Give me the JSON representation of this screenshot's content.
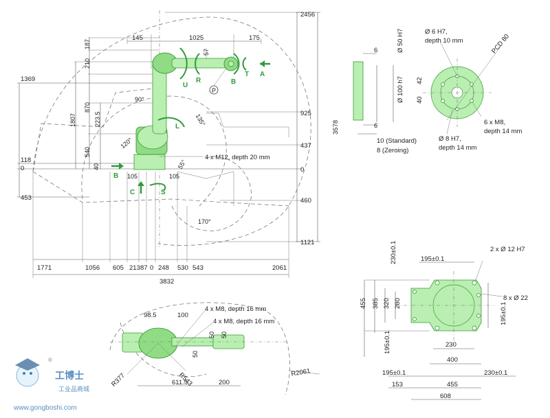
{
  "colors": {
    "robot_fill": "#b9efb0",
    "robot_stroke": "#3a9a35",
    "axis_green": "#2e9b3a"
  },
  "side_view": {
    "top_dims": [
      "145",
      "1025",
      "175"
    ],
    "top_small": [
      "57"
    ],
    "vertical_left": [
      "187",
      "210",
      "870",
      "223.5",
      "540",
      "40",
      "1807"
    ],
    "left_levels": [
      "1369",
      "118",
      "0",
      "453"
    ],
    "right_levels": [
      "2456",
      "925",
      "437",
      "0",
      "460",
      "1121"
    ],
    "right_total": "3578",
    "angles": [
      "90°",
      "135°",
      "120°",
      "55°",
      "170°"
    ],
    "axes": [
      "U",
      "R",
      "B",
      "T",
      "A",
      "L",
      "S",
      "C",
      "B"
    ],
    "point_label": "P",
    "bolt_note": "4 x M12, depth 20 mm",
    "base_dims": [
      "105",
      "105"
    ],
    "bottom_dims": [
      "1771",
      "1056",
      "605",
      "213",
      "87",
      "0",
      "248",
      "530",
      "543",
      "2061"
    ],
    "bottom_total": "3832"
  },
  "flange_view": {
    "dims_left": [
      "6",
      "Ø 50 H7",
      "Ø 100 h7",
      "6"
    ],
    "note_standard": "10 (Standard)",
    "note_zeroing": "8 (Zeroing)",
    "hole_top": [
      "Ø 6 H7,",
      "depth 10 mm"
    ],
    "pcd": "PCD 80",
    "heights": [
      "42",
      "40"
    ],
    "bolt_m8": [
      "6 x M8,",
      "depth 14 mm"
    ],
    "hole_bottom": [
      "Ø 8 H7,",
      "depth 14 mm"
    ]
  },
  "top_view": {
    "dims": [
      "98.5",
      "100",
      "50",
      "50",
      "50",
      "611.5",
      "200"
    ],
    "notes": [
      "4 x M8, depth 16 mm",
      "4 x M8, depth 16 mm"
    ],
    "radii": [
      "R377",
      "R543",
      "R2061"
    ]
  },
  "base_view": {
    "holes_top": "2 x Ø 12 H7",
    "holes_side": "8 x Ø 22",
    "top_dim": "195±0.1",
    "left_dims": [
      "230±0.1",
      "455",
      "385",
      "320",
      "280",
      "195±0.1"
    ],
    "right_dim": "195±0.1",
    "inner_dims": [
      "230",
      "400"
    ],
    "bottom_dims": [
      "195±0.1",
      "230±0.1",
      "153",
      "455",
      "608"
    ]
  },
  "watermark": {
    "brand_cn": "工博士",
    "sub_cn": "工业品商城",
    "url": "www.gongboshi.com",
    "reg": "®"
  }
}
